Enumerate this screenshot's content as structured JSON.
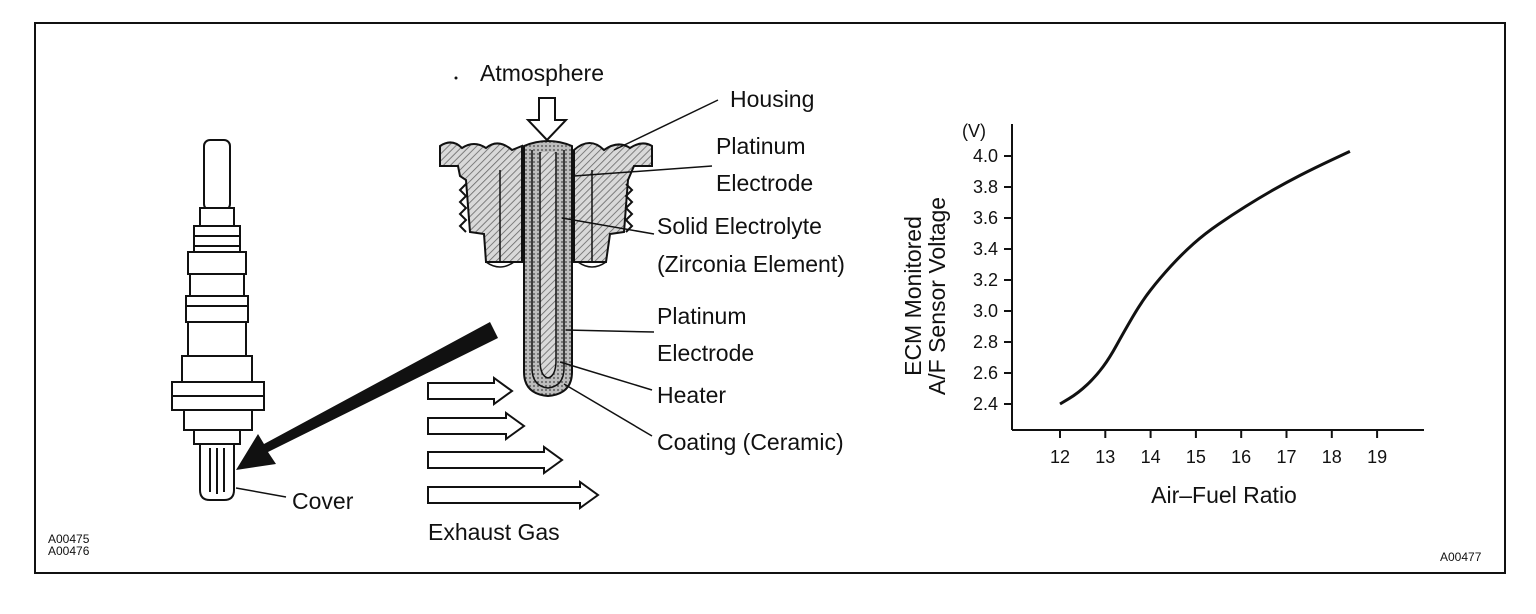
{
  "labels": {
    "atmosphere": "Atmosphere",
    "housing": "Housing",
    "platinum_electrode_top_1": "Platinum",
    "platinum_electrode_top_2": "Electrode",
    "solid_electrolyte_1": "Solid Electrolyte",
    "solid_electrolyte_2": "(Zirconia Element)",
    "platinum_electrode_bottom_1": "Platinum",
    "platinum_electrode_bottom_2": "Electrode",
    "heater": "Heater",
    "coating": "Coating (Ceramic)",
    "cover": "Cover",
    "exhaust_gas": "Exhaust Gas"
  },
  "codes": {
    "left_1": "A00475",
    "left_2": "A00476",
    "right": "A00477"
  },
  "chart_data": {
    "type": "line",
    "xlabel": "Air–Fuel Ratio",
    "ylabel_line1": "ECM Monitored",
    "ylabel_line2": "A/F Sensor Voltage",
    "yunit": "(V)",
    "xlim": [
      11,
      20
    ],
    "ylim": [
      2.2,
      4.2
    ],
    "xticks": [
      "12",
      "13",
      "14",
      "15",
      "16",
      "17",
      "18",
      "19"
    ],
    "yticks": [
      "2.4",
      "2.6",
      "2.8",
      "3.0",
      "3.2",
      "3.4",
      "3.6",
      "3.8",
      "4.0"
    ],
    "grid": false,
    "series": [
      {
        "x": [
          12.0,
          12.4,
          12.8,
          13.1,
          13.4,
          13.8,
          14.2,
          14.7,
          15.2,
          15.8,
          16.4,
          17.0,
          17.6,
          18.4
        ],
        "y": [
          2.4,
          2.47,
          2.58,
          2.7,
          2.86,
          3.06,
          3.21,
          3.37,
          3.5,
          3.62,
          3.73,
          3.83,
          3.92,
          4.03
        ]
      }
    ]
  }
}
